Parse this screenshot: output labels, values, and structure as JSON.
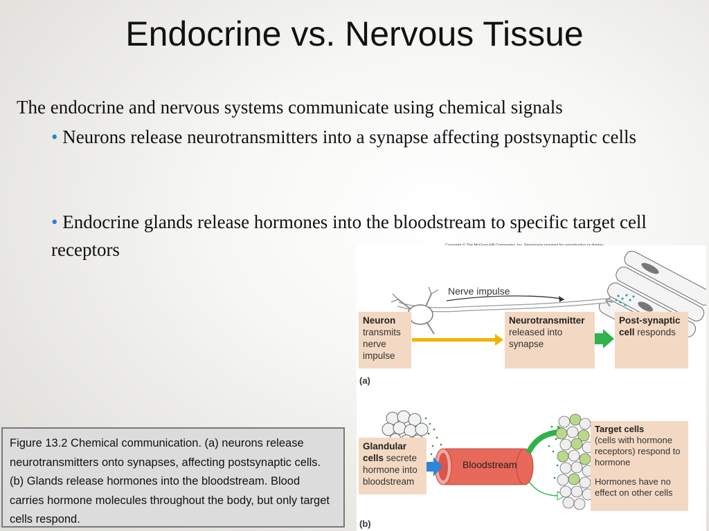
{
  "slide": {
    "title": "Endocrine vs. Nervous Tissue",
    "intro": "The endocrine and nervous systems communicate using chemical signals",
    "bullets": [
      "Neurons release neurotransmitters into a synapse affecting postsynaptic cells",
      "Endocrine glands release hormones into the bloodstream to specific target cell receptors"
    ],
    "bullet_char": "•",
    "caption": "Figure 13.2 Chemical communication. (a) neurons release neurotransmitters onto synapses, affecting postsynaptic cells. (b) Glands release hormones into the bloodstream.  Blood carries hormone molecules throughout the body, but only target cells respond."
  },
  "figure": {
    "copyright": "Copyright © The McGraw-Hill Companies, Inc. Permission required for reproduction or display.",
    "panel_a": {
      "label": "(a)",
      "nerve_impulse": "Nerve impulse",
      "neuron_bold": "Neuron",
      "neuron_text": "transmits nerve impulse",
      "nt_bold": "Neurotransmitter",
      "nt_text": "released into synapse",
      "post_bold": "Post-synaptic cell",
      "post_text": "responds"
    },
    "panel_b": {
      "label": "(b)",
      "gland_bold": "Glandular cells",
      "gland_text": "secrete hormone into bloodstream",
      "bloodstream": "Bloodstream",
      "target_bold": "Target cells",
      "target_text": "(cells with hormone receptors) respond to hormone",
      "other_text": "Hormones have no effect on other cells"
    }
  },
  "colors": {
    "bullet": "#2f7ed8",
    "box_fill": "#f3d9c3",
    "arrow_yellow": "#f0b400",
    "arrow_green": "#2fb34a",
    "arrow_blue": "#2e86d6",
    "vessel": "#e8685a"
  }
}
